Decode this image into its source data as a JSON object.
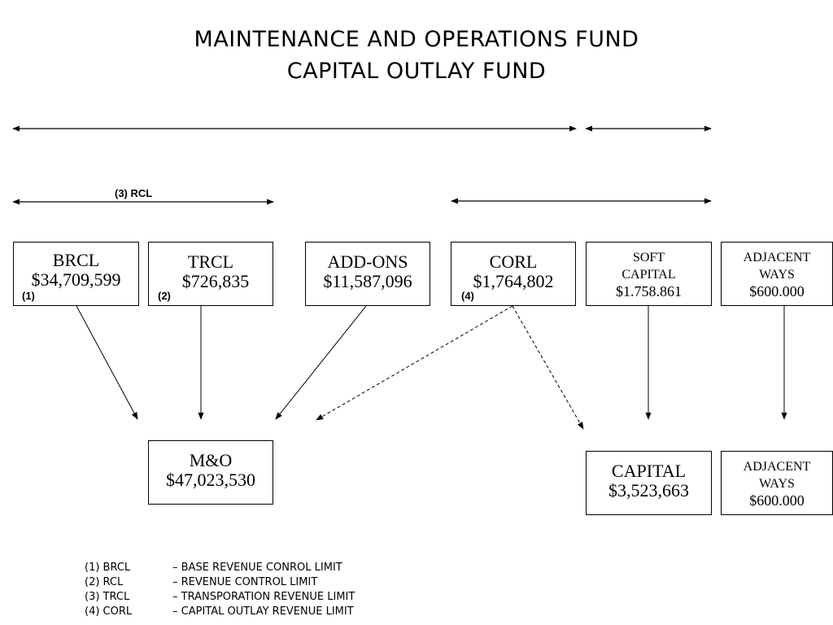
{
  "title": {
    "line1": "MAINTENANCE AND OPERATIONS FUND",
    "line2": "CAPITAL OUTLAY FUND"
  },
  "rcl_label": "(3) RCL",
  "boxes": {
    "brcl": {
      "name": "BRCL",
      "amount": "$34,709,599",
      "note": "(1)"
    },
    "trcl": {
      "name": "TRCL",
      "amount": "$726,835",
      "note": "(2)"
    },
    "addons": {
      "name": "ADD-ONS",
      "amount": "$11,587,096"
    },
    "corl": {
      "name": "CORL",
      "amount": "$1,764,802",
      "note": "(4)"
    },
    "soft_capital": {
      "name1": "SOFT",
      "name2": "CAPITAL",
      "amount": "$1.758.861"
    },
    "adjacent_top": {
      "name1": "ADJACENT",
      "name2": "WAYS",
      "amount": "$600.000"
    },
    "mo": {
      "name": "M&O",
      "amount": "$47,023,530"
    },
    "capital": {
      "name": "CAPITAL",
      "amount": "$3,523,663"
    },
    "adjacent_bottom": {
      "name1": "ADJACENT",
      "name2": "WAYS",
      "amount": "$600.000"
    }
  },
  "legend": [
    {
      "abbr": "(1) BRCL",
      "desc": "– BASE REVENUE CONROL LIMIT"
    },
    {
      "abbr": "(2) RCL",
      "desc": "– REVENUE CONTROL LIMIT"
    },
    {
      "abbr": "(3) TRCL",
      "desc": "– TRANSPORATION REVENUE LIMIT"
    },
    {
      "abbr": "(4) CORL",
      "desc": "– CAPITAL OUTLAY REVENUE LIMIT"
    }
  ]
}
